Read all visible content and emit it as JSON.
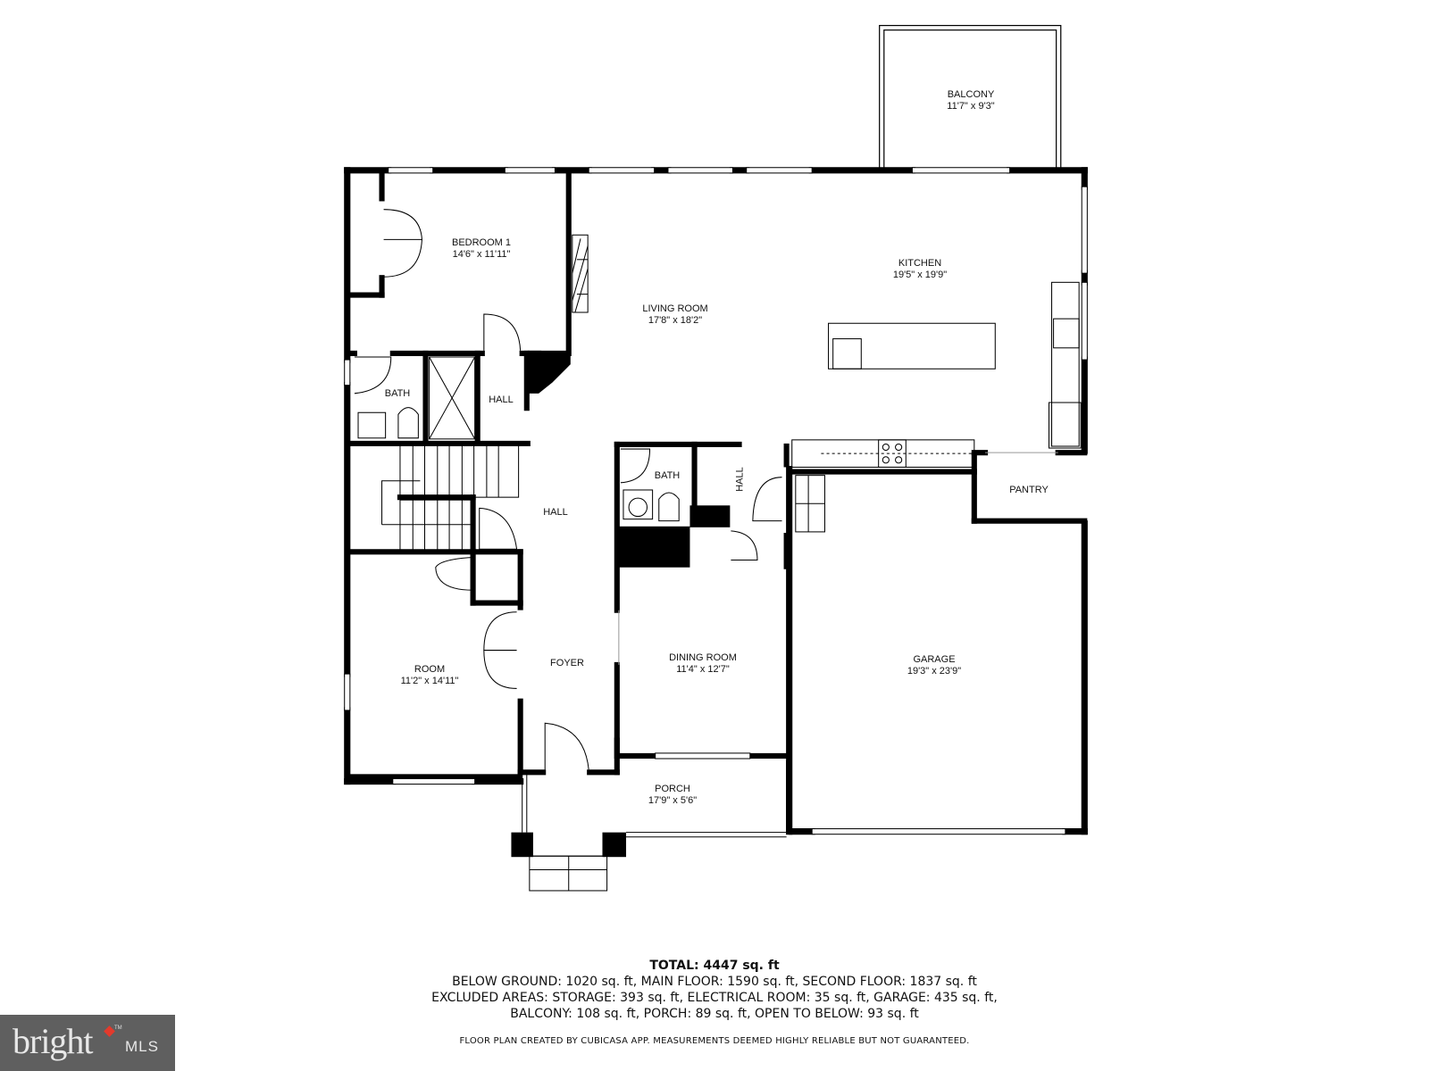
{
  "floor_plan": {
    "rooms": [
      {
        "id": "balcony",
        "name": "BALCONY",
        "dimensions": "11'7\" x 9'3\""
      },
      {
        "id": "bedroom-1",
        "name": "BEDROOM 1",
        "dimensions": "14'6\" x 11'11\""
      },
      {
        "id": "living-room",
        "name": "LIVING ROOM",
        "dimensions": "17'8\" x 18'2\""
      },
      {
        "id": "kitchen",
        "name": "KITCHEN",
        "dimensions": "19'5\" x 19'9\""
      },
      {
        "id": "bath-upper",
        "name": "BATH",
        "dimensions": ""
      },
      {
        "id": "hall-upper",
        "name": "HALL",
        "dimensions": ""
      },
      {
        "id": "hall-main",
        "name": "HALL",
        "dimensions": ""
      },
      {
        "id": "bath-lower",
        "name": "BATH",
        "dimensions": ""
      },
      {
        "id": "hall-vertical",
        "name": "HALL",
        "dimensions": ""
      },
      {
        "id": "pantry",
        "name": "PANTRY",
        "dimensions": ""
      },
      {
        "id": "room",
        "name": "ROOM",
        "dimensions": "11'2\" x 14'11\""
      },
      {
        "id": "foyer",
        "name": "FOYER",
        "dimensions": ""
      },
      {
        "id": "dining-room",
        "name": "DINING ROOM",
        "dimensions": "11'4\" x 12'7\""
      },
      {
        "id": "garage",
        "name": "GARAGE",
        "dimensions": "19'3\" x 23'9\""
      },
      {
        "id": "porch",
        "name": "PORCH",
        "dimensions": "17'9\" x 5'6\""
      }
    ]
  },
  "summary": {
    "total": "TOTAL: 4447 sq. ft",
    "line1": "BELOW GROUND: 1020 sq. ft, MAIN FLOOR: 1590 sq. ft, SECOND FLOOR: 1837 sq. ft",
    "line2": "EXCLUDED AREAS: STORAGE: 393 sq. ft, ELECTRICAL ROOM: 35 sq. ft, GARAGE: 435 sq. ft,",
    "line3": "BALCONY: 108 sq. ft, PORCH: 89 sq. ft, OPEN TO BELOW: 93 sq. ft",
    "disclaimer": "FLOOR PLAN CREATED BY CUBICASA APP. MEASUREMENTS DEEMED HIGHLY RELIABLE BUT NOT GUARANTEED."
  },
  "branding": {
    "logo_word": "bright",
    "logo_suffix": "MLS",
    "logo_tm": "TM",
    "accent_color": "#e33a2c",
    "background_color": "#5f5f5f"
  }
}
